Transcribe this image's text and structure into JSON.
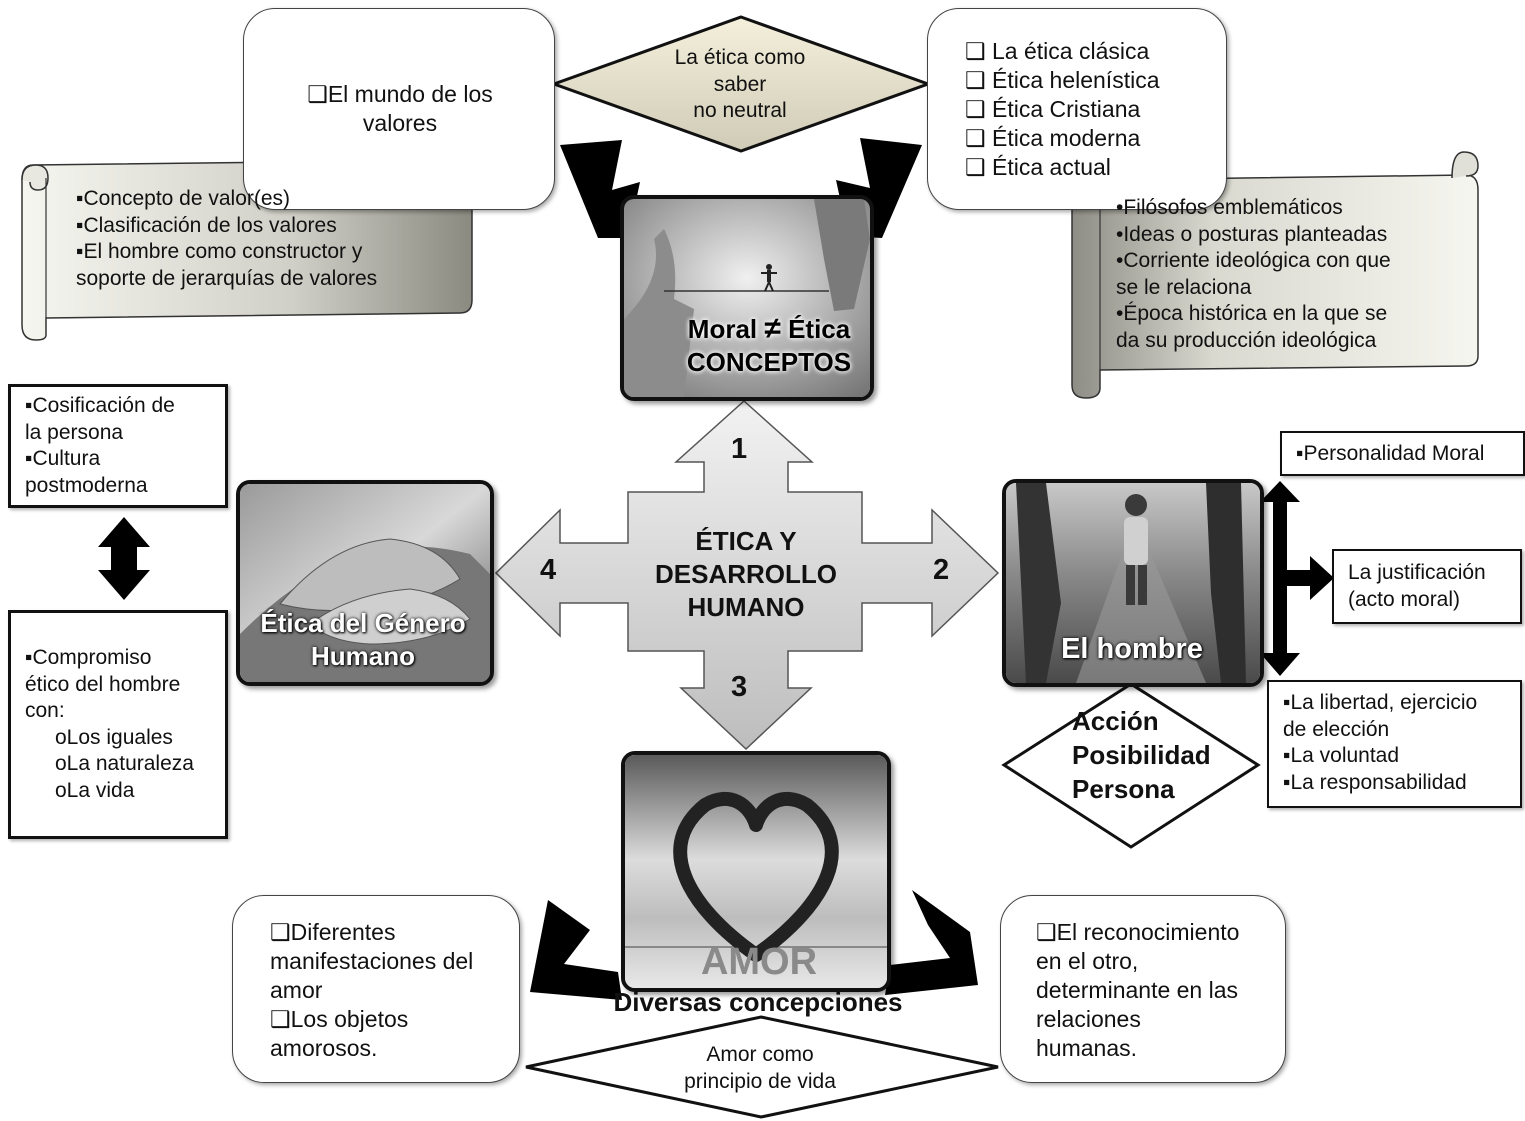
{
  "center": {
    "line1": "ÉTICA Y",
    "line2": "DESARROLLO",
    "line3": "HUMANO"
  },
  "numbers": {
    "n1": "1",
    "n2": "2",
    "n3": "3",
    "n4": "4"
  },
  "top": {
    "diamond_lines": [
      "La ética como",
      "saber",
      "no neutral"
    ],
    "left_box": "❑El mundo de los valores",
    "left_scroll": [
      "▪Concepto de valor(es)",
      "▪Clasificación de los valores",
      "▪El hombre como constructor  y",
      "soporte de jerarquías de valores"
    ],
    "right_box": [
      "❑ La ética clásica",
      "❑ Ética helenística",
      "❑ Ética Cristiana",
      "❑ Ética moderna",
      "❑ Ética actual"
    ],
    "right_scroll": [
      "•Filósofos  emblemáticos",
      "•Ideas  o posturas  planteadas",
      "•Corriente ideológica con que",
      "se le relaciona",
      "•Época histórica en la que se",
      "da su producción ideológica"
    ],
    "photo_title_a": "Moral",
    "photo_symbol": "≠",
    "photo_title_b": "Ética",
    "photo_title_c": "CONCEPTOS"
  },
  "left": {
    "photo_title": "Ética del Género Humano",
    "box_top": [
      "▪Cosificación de",
      "la persona",
      "▪Cultura",
      "postmoderna"
    ],
    "box_bottom": [
      "▪Compromiso",
      "ético del hombre",
      "con:",
      "oLos iguales",
      "oLa naturaleza",
      "oLa vida"
    ]
  },
  "right": {
    "photo_title": "El hombre",
    "box_personalidad": "▪Personalidad Moral",
    "box_justificacion": [
      "La justificación",
      "(acto moral)"
    ],
    "box_libertad": [
      "▪La libertad, ejercicio",
      "de elección",
      "▪La voluntad",
      "▪La responsabilidad"
    ],
    "diamond_lines": [
      "Acción",
      "Posibilidad",
      "Persona"
    ]
  },
  "bottom": {
    "photo_title": "AMOR",
    "caption": "Diversas concepciones",
    "left_box": [
      "❑Diferentes",
      "manifestaciones del",
      "amor",
      "❑Los objetos",
      "amorosos."
    ],
    "right_box": [
      "❑El reconocimiento",
      "en el otro,",
      "determinante en las",
      "relaciones",
      "humanas."
    ],
    "diamond_lines": [
      "Amor como",
      "principio de vida"
    ]
  }
}
